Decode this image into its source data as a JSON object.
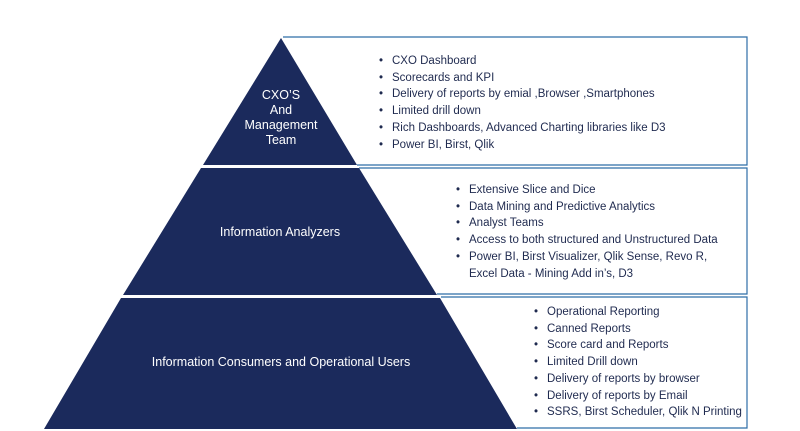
{
  "colors": {
    "tier_fill": "#1b2a5c",
    "frame": "#2e6da8",
    "text": "#1f2a4f"
  },
  "tiers": [
    {
      "label": "CXO’S\nAnd\nManagement\nTeam",
      "items": [
        "CXO Dashboard",
        "Scorecards and KPI",
        "Delivery of reports by emial ,Browser ,Smartphones",
        "Limited drill down",
        "Rich Dashboards, Advanced Charting libraries like D3",
        "Power BI, Birst, Qlik"
      ]
    },
    {
      "label": "Information Analyzers",
      "items": [
        "Extensive Slice and Dice",
        "Data Mining and Predictive Analytics",
        "Analyst Teams",
        "Access to both structured and Unstructured Data",
        "Power BI, Birst Visualizer, Qlik Sense, Revo R,\nExcel Data - Mining Add in’s, D3"
      ]
    },
    {
      "label": "Information Consumers and Operational Users",
      "items": [
        "Operational Reporting",
        "Canned Reports",
        "Score card and Reports",
        "Limited Drill down",
        "Delivery of reports by browser",
        "Delivery of reports by Email",
        "SSRS, Birst Scheduler, Qlik N Printing"
      ]
    }
  ]
}
